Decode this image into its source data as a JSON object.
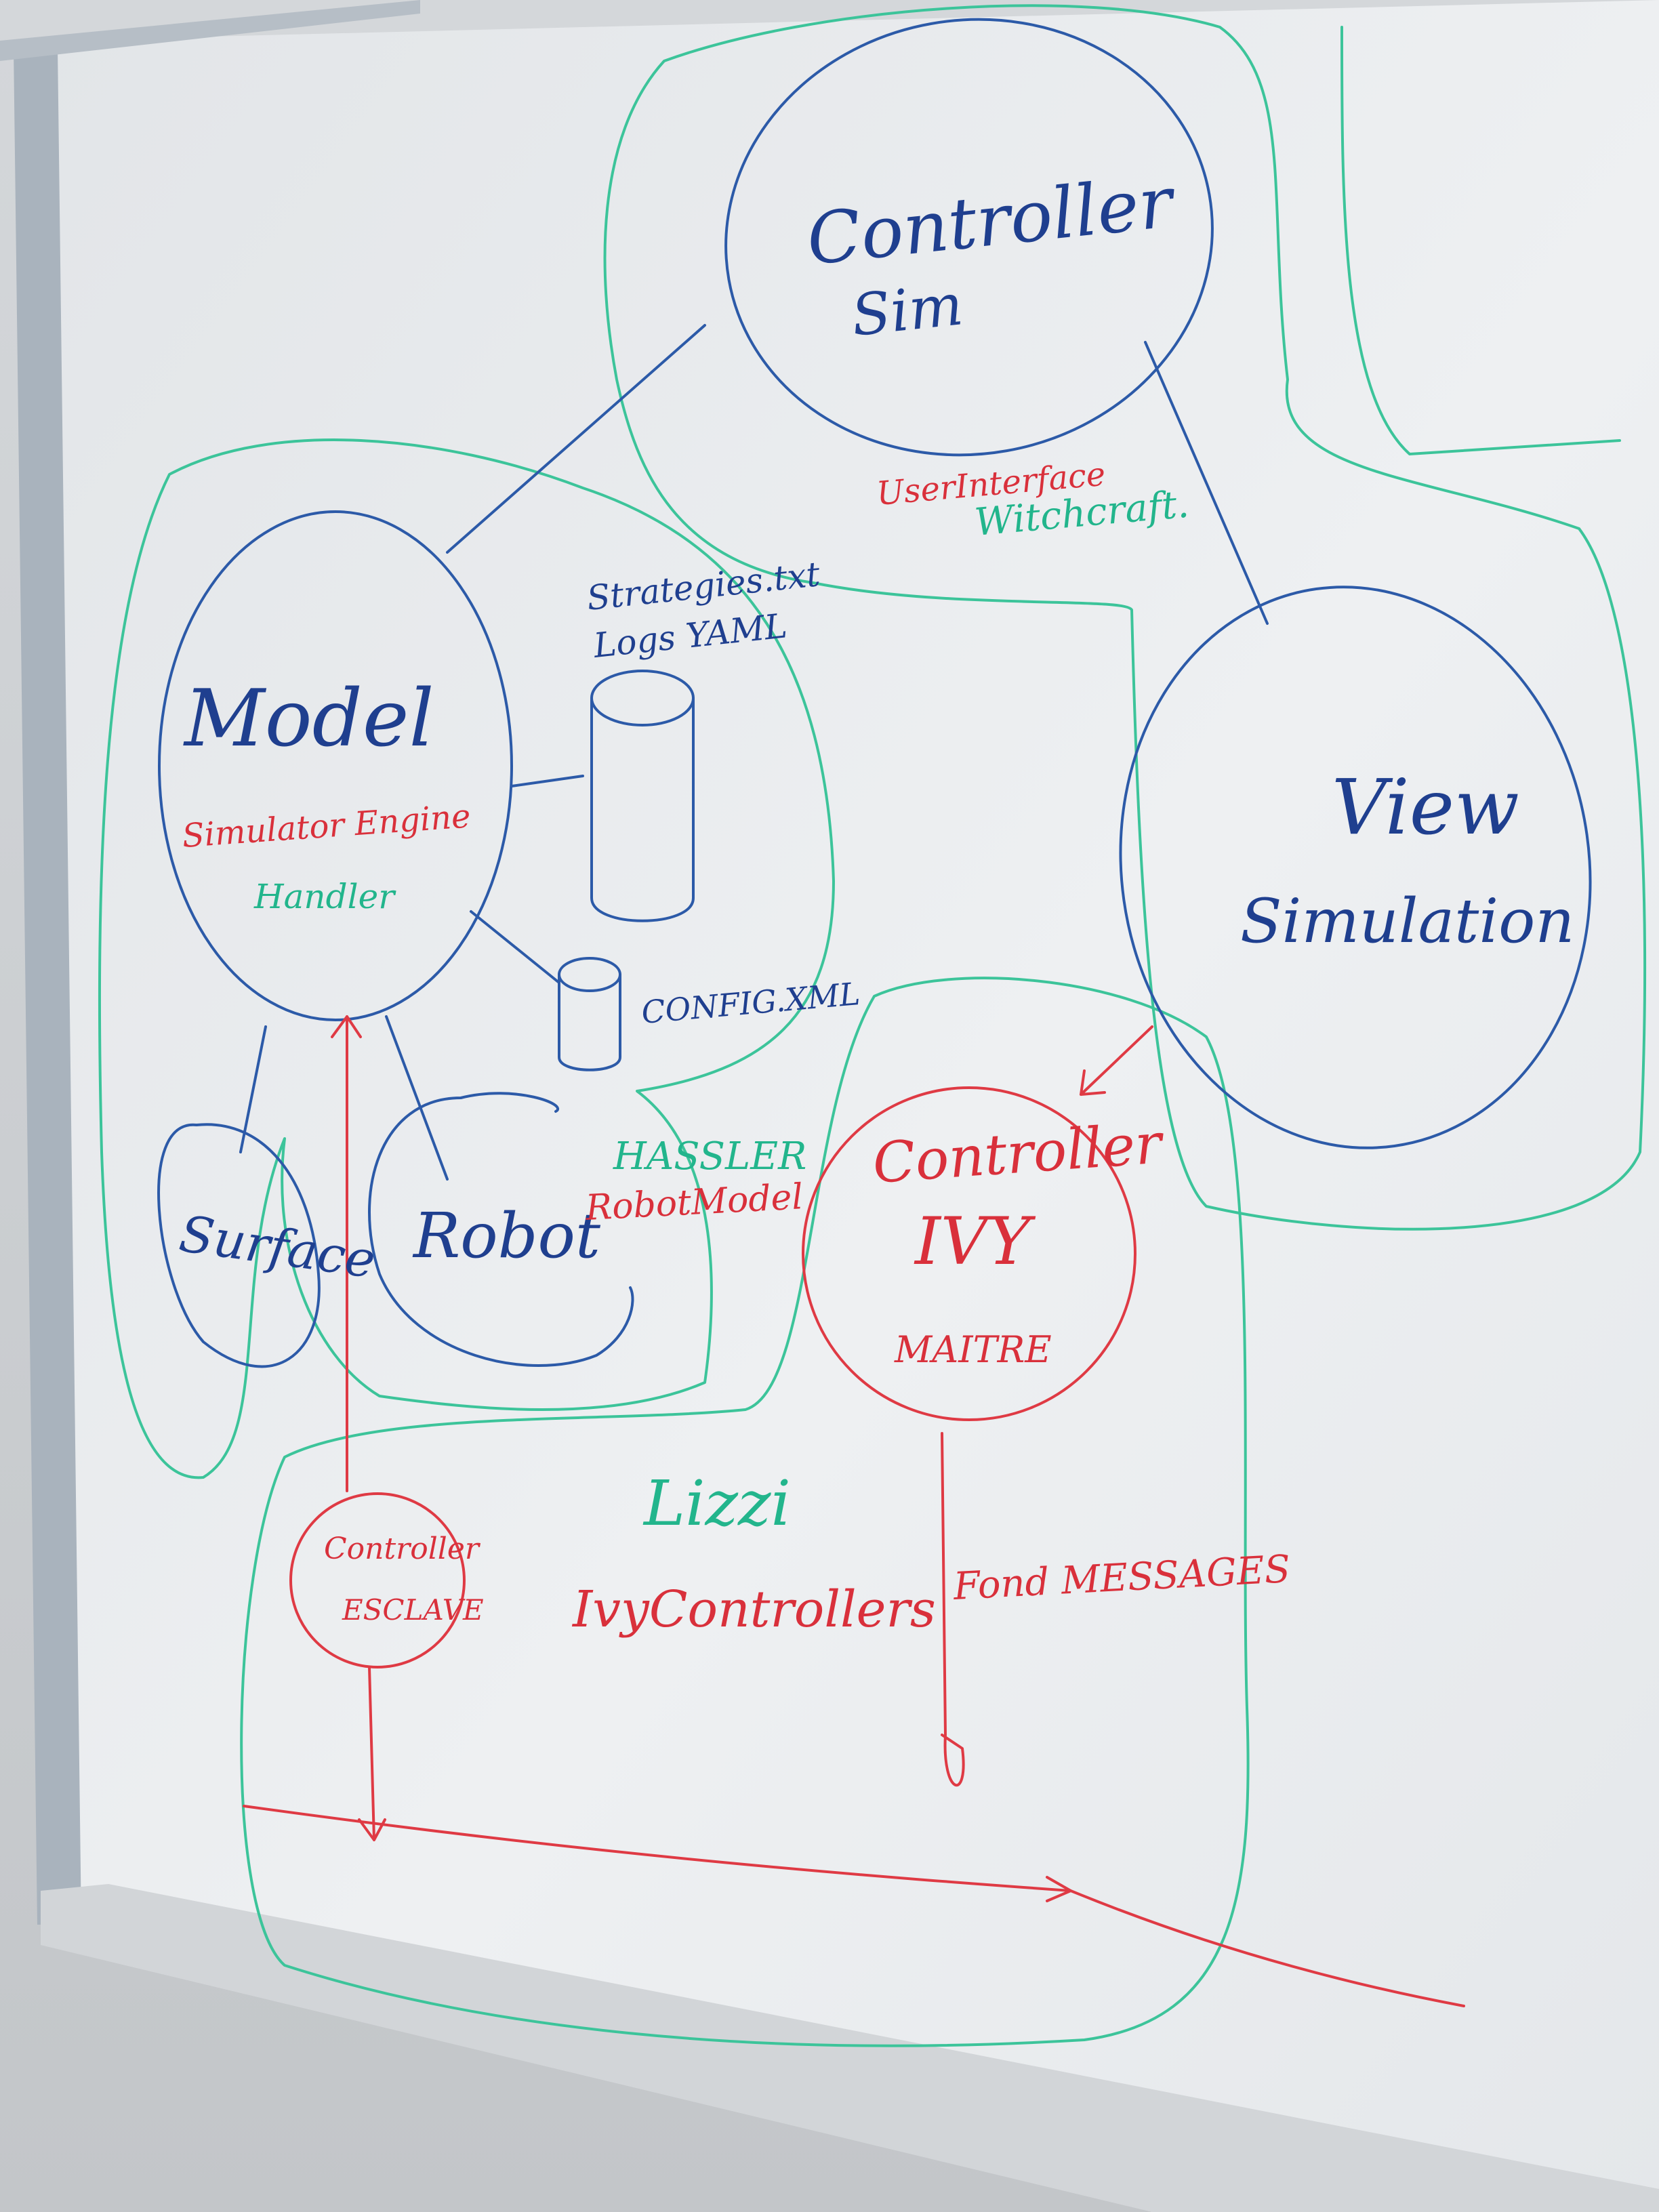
{
  "colors": {
    "board": "#eceef0",
    "blue_marker": "#2c5aa8",
    "red_marker": "#df3a44",
    "green_marker": "#3cc49a",
    "frame": "#a9b3bd"
  },
  "controller_sim": {
    "title": "Controller",
    "subtitle": "Sim"
  },
  "user_interface": {
    "label_red": "UserInterface",
    "label_green": "Witchcraft."
  },
  "model": {
    "title": "Model",
    "label_red": "Simulator Engine",
    "label_green": "Handler"
  },
  "storage": {
    "line1": "Strategies.txt",
    "line2": "Logs YAML",
    "config": "CONFIG.XML"
  },
  "view": {
    "title": "View",
    "subtitle": "Simulation"
  },
  "surface": {
    "title": "Surface"
  },
  "robot": {
    "title": "Robot",
    "label_green": "HASSLER",
    "label_red": "RobotModel"
  },
  "controller_ivy": {
    "title": "Controller",
    "subtitle": "IVY",
    "role": "MAITRE"
  },
  "controller_esclave": {
    "title": "Controller",
    "role": "ESCLAVE"
  },
  "lizzi": {
    "label_green": "Lizzi",
    "label_red": "IvyControllers"
  },
  "messages": {
    "label": "Fond MESSAGES"
  }
}
